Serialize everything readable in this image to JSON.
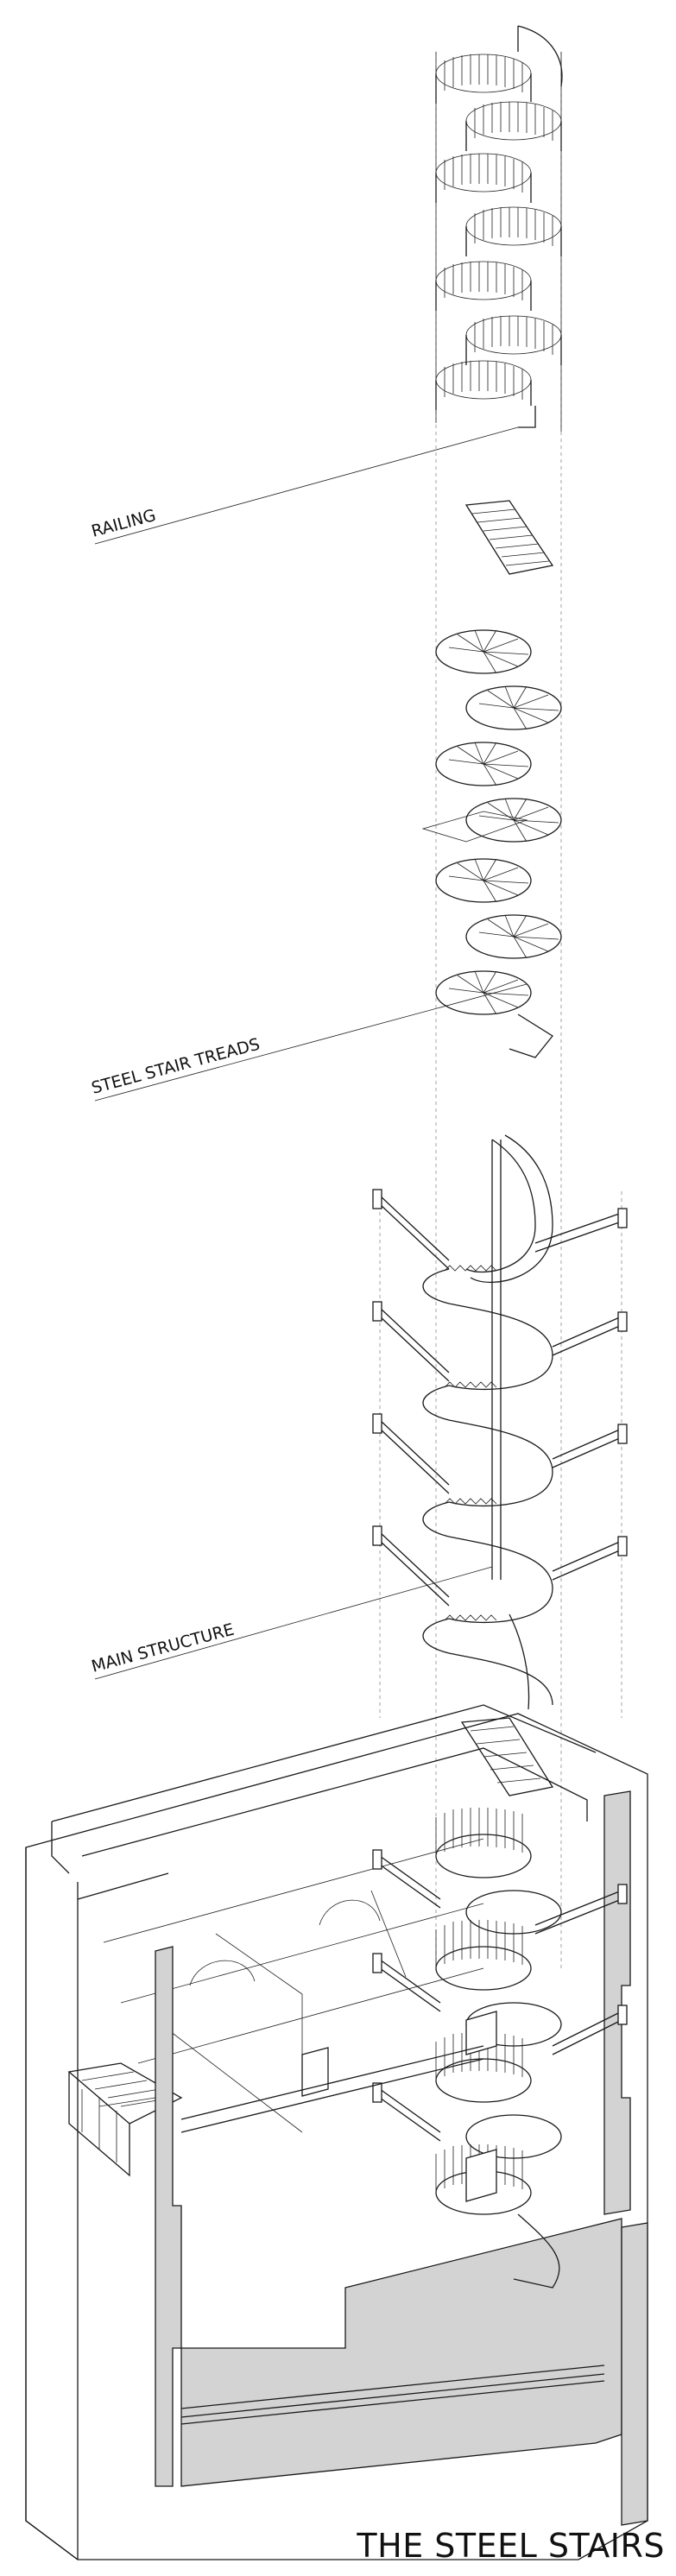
{
  "labels": {
    "railing": "RAILING",
    "treads": "STEEL STAIR TREADS",
    "structure": "MAIN STRUCTURE"
  },
  "title": "THE STEEL STAIRS",
  "colors": {
    "line": "#1a1a1a",
    "wall_section": "#d3d3d3",
    "guide": "#9a9a9a",
    "background": "#ffffff"
  }
}
